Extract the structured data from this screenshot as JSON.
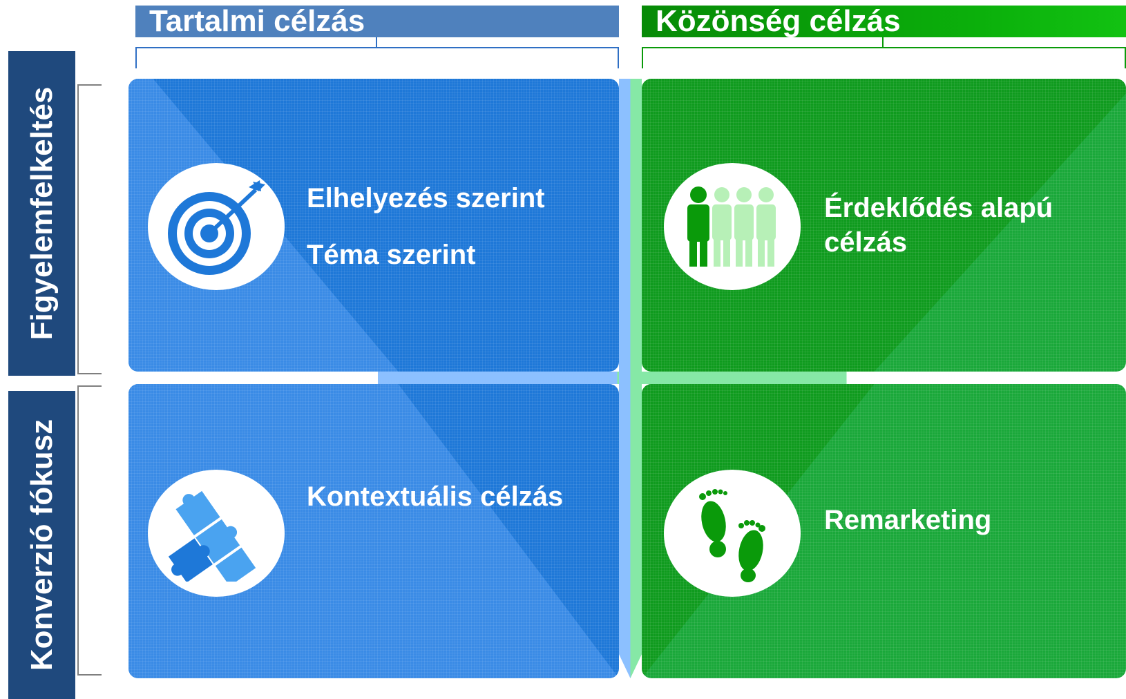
{
  "columns": {
    "content_targeting": "Tartalmi célzás",
    "audience_targeting": "Közönség célzás"
  },
  "rows": {
    "attention": "Figyelemfelkeltés",
    "conversion": "Konverzió fókusz"
  },
  "quadrants": {
    "top_left": {
      "icon": "target-icon",
      "lines": [
        "Elhelyezés szerint",
        "Téma szerint"
      ]
    },
    "top_right": {
      "icon": "people-icon",
      "lines": [
        "Érdeklődés alapú",
        "célzás"
      ]
    },
    "bottom_left": {
      "icon": "puzzle-icon",
      "lines": [
        "Kontextuális célzás"
      ]
    },
    "bottom_right": {
      "icon": "footprints-icon",
      "lines": [
        "Remarketing"
      ]
    }
  },
  "colors": {
    "content_header": "#4f81bd",
    "audience_header": "#0a9a0a",
    "row_header": "#1f497d",
    "blue_quadrant": "#1e78d8",
    "green_quadrant": "#1aa83a"
  }
}
